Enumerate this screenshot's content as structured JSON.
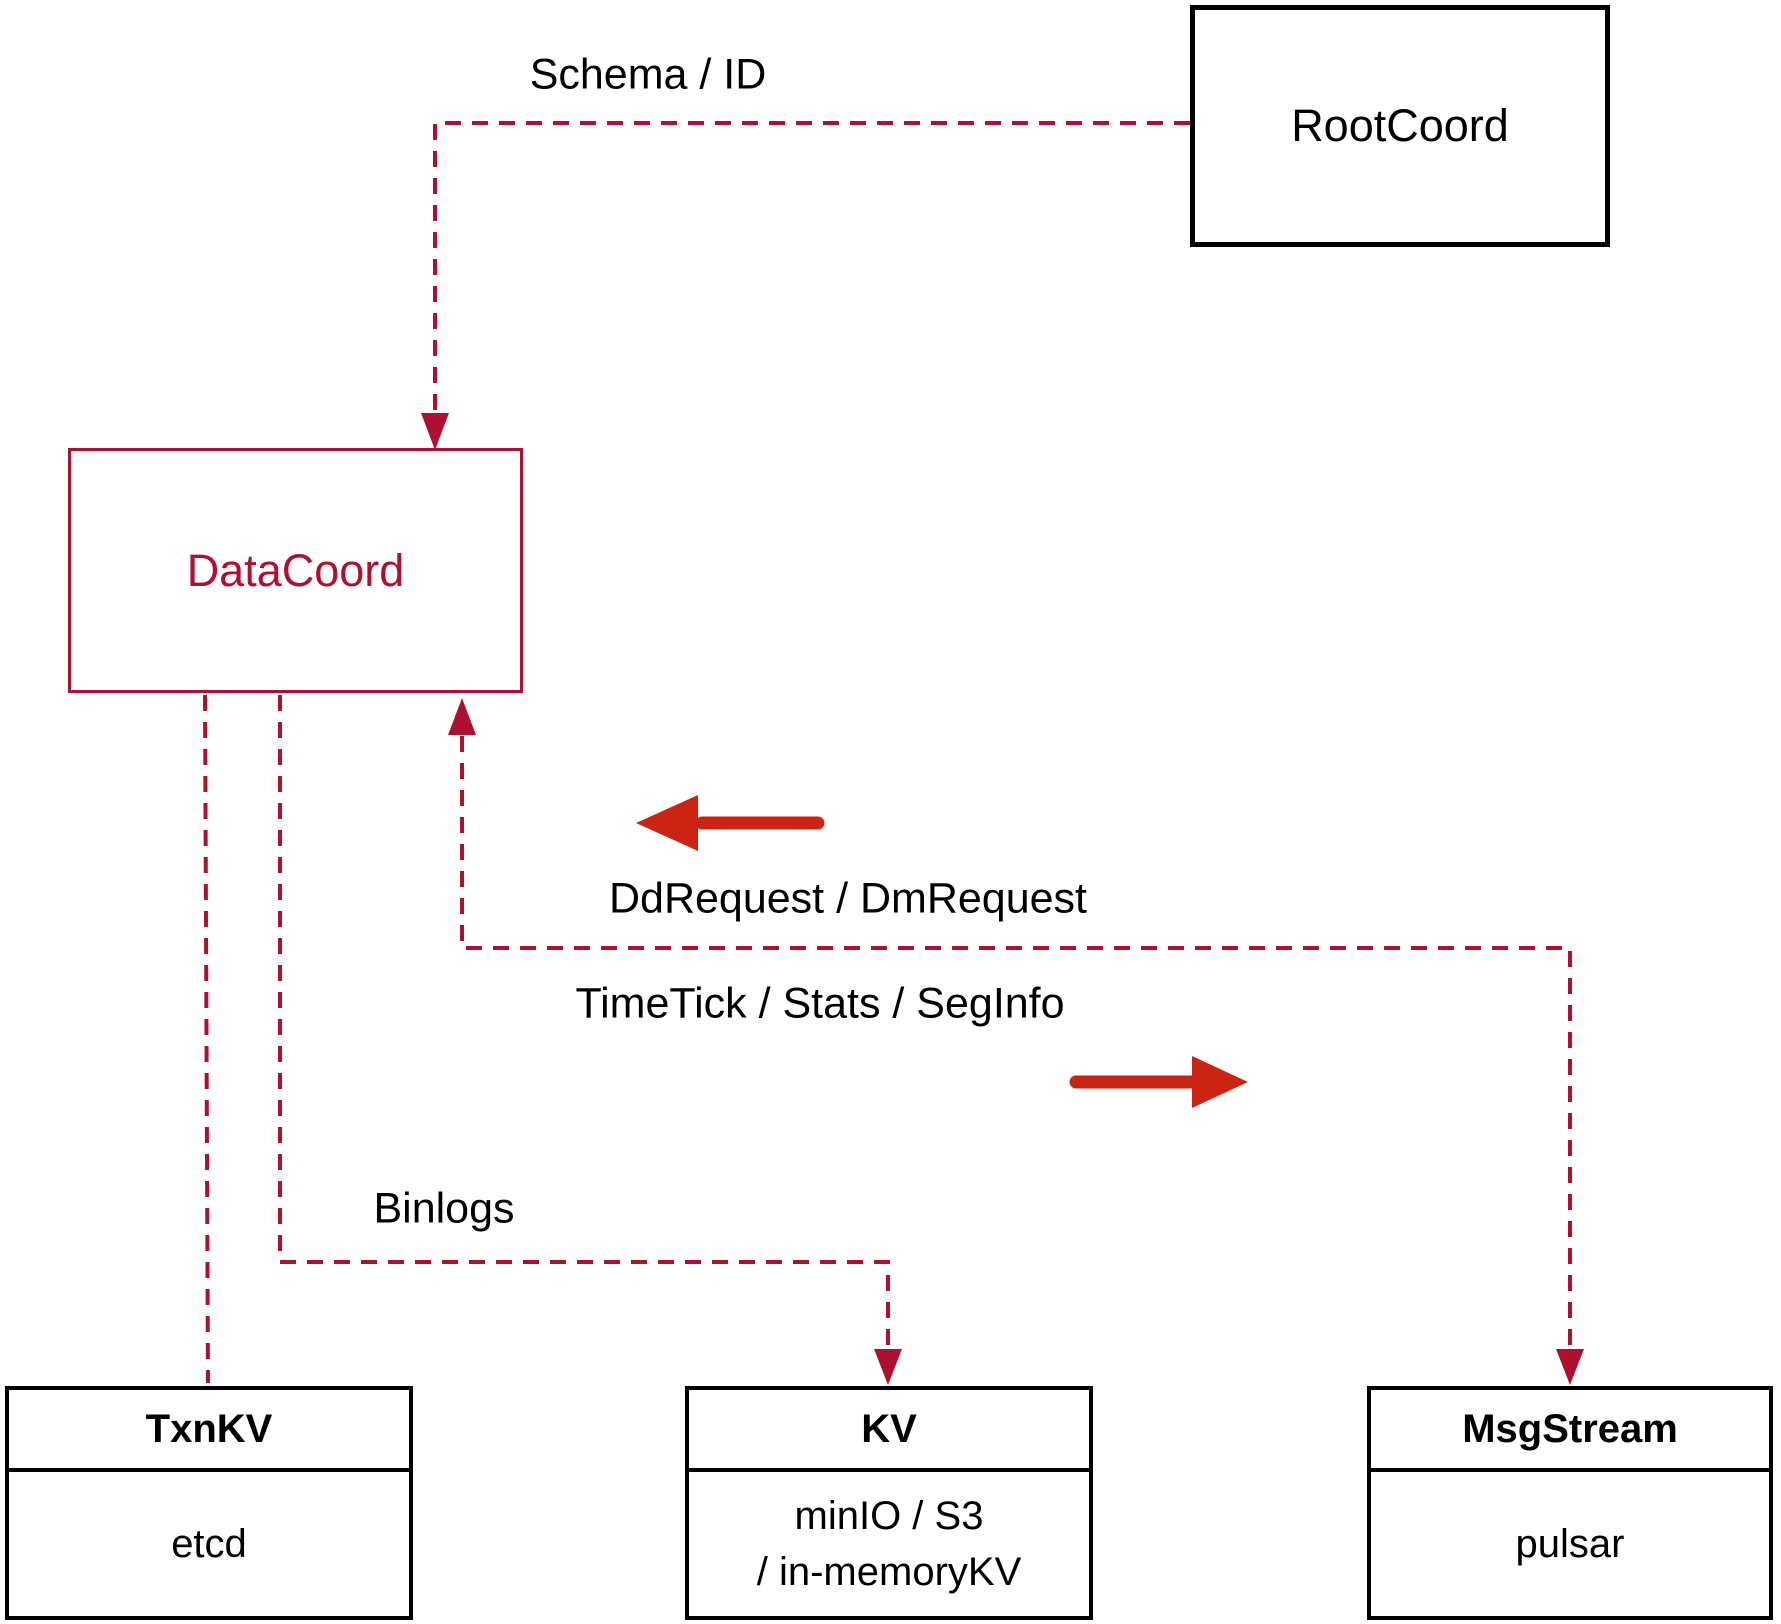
{
  "diagram": {
    "colors": {
      "dashed_line": "#b01030",
      "accent_box": "#b01030",
      "solid_arrow": "#cc2412",
      "box_border": "#000000",
      "background": "#ffffff",
      "text": "#000000"
    },
    "nodes": {
      "rootcoord": {
        "label": "RootCoord"
      },
      "datacoord": {
        "label": "DataCoord"
      },
      "txnkv": {
        "title": "TxnKV",
        "body": "etcd"
      },
      "kv": {
        "title": "KV",
        "body_line1": "minIO / S3",
        "body_line2": "/ in-memoryKV"
      },
      "msgstream": {
        "title": "MsgStream",
        "body": "pulsar"
      }
    },
    "edges": {
      "schema_id": {
        "label": "Schema / ID"
      },
      "dd_request": {
        "label": "DdRequest / DmRequest"
      },
      "timetick": {
        "label": "TimeTick / Stats / SegInfo"
      },
      "binlogs": {
        "label": "Binlogs"
      }
    }
  }
}
